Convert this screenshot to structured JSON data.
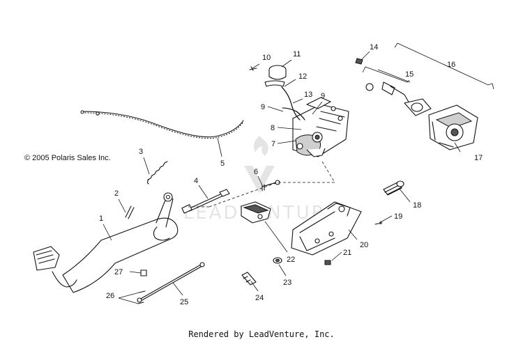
{
  "copyright": "© 2005 Polaris Sales Inc.",
  "footer": "Rendered by LeadVenture, Inc.",
  "watermark": "LEADVENTURE",
  "callouts": [
    {
      "id": "1",
      "text": "1"
    },
    {
      "id": "2",
      "text": "2"
    },
    {
      "id": "3",
      "text": "3"
    },
    {
      "id": "4",
      "text": "4"
    },
    {
      "id": "5",
      "text": "5"
    },
    {
      "id": "6",
      "text": "6"
    },
    {
      "id": "7",
      "text": "7"
    },
    {
      "id": "8",
      "text": "8"
    },
    {
      "id": "9a",
      "text": "9"
    },
    {
      "id": "9b",
      "text": "9"
    },
    {
      "id": "10",
      "text": "10"
    },
    {
      "id": "11",
      "text": "11"
    },
    {
      "id": "12",
      "text": "12"
    },
    {
      "id": "13",
      "text": "13"
    },
    {
      "id": "14",
      "text": "14"
    },
    {
      "id": "15",
      "text": "15"
    },
    {
      "id": "16",
      "text": "16"
    },
    {
      "id": "17",
      "text": "17"
    },
    {
      "id": "18",
      "text": "18"
    },
    {
      "id": "19",
      "text": "19"
    },
    {
      "id": "20",
      "text": "20"
    },
    {
      "id": "21",
      "text": "21"
    },
    {
      "id": "22",
      "text": "22"
    },
    {
      "id": "23",
      "text": "23"
    },
    {
      "id": "24",
      "text": "24"
    },
    {
      "id": "25",
      "text": "25"
    },
    {
      "id": "26",
      "text": "26"
    },
    {
      "id": "27",
      "text": "27"
    }
  ]
}
